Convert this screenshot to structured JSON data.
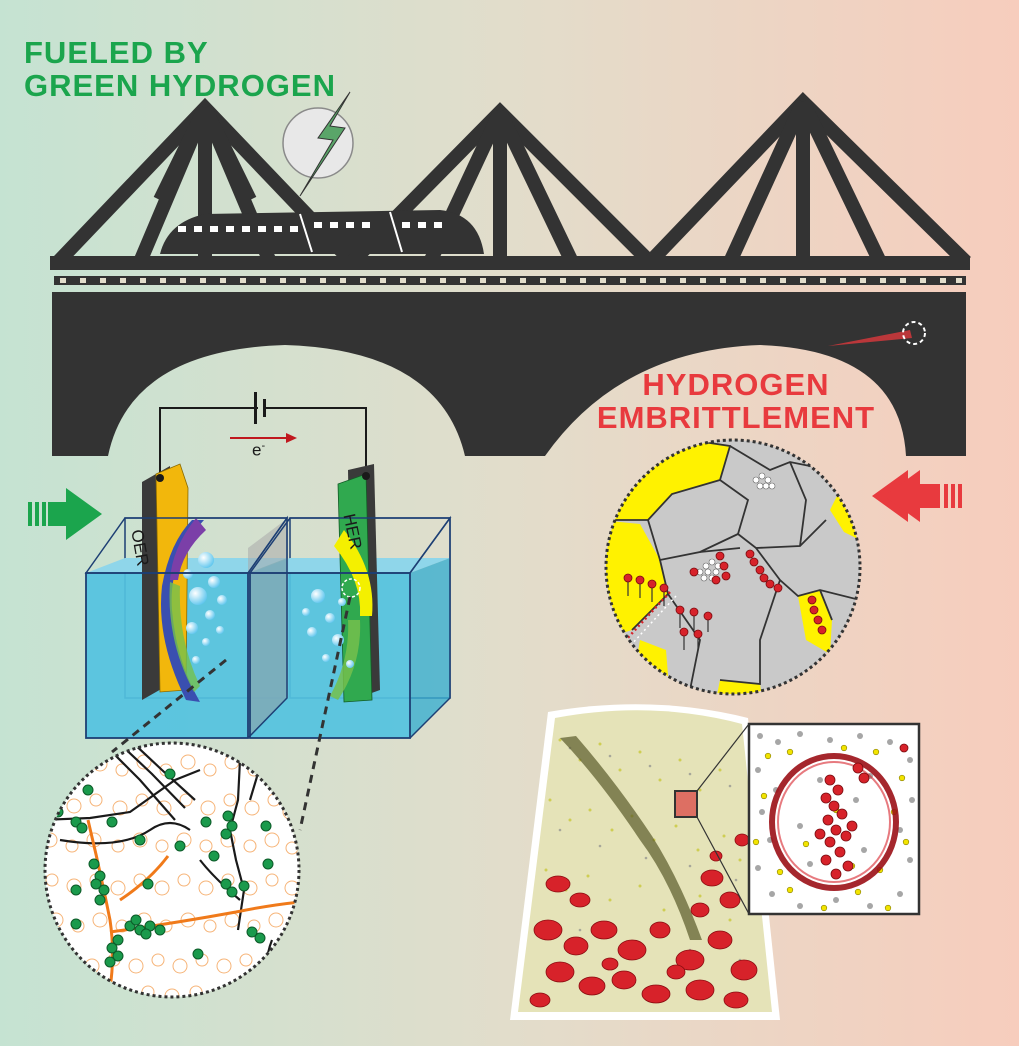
{
  "labels": {
    "fueled_line1": "FUELED BY",
    "fueled_line2": "GREEN HYDROGEN",
    "embrittle_line1": "HYDROGEN",
    "embrittle_line2": "EMBRITTLEMENT",
    "oer": "OER",
    "her": "HER",
    "electron": "e",
    "electron_sup": "-"
  },
  "colors": {
    "green": "#1ba54d",
    "red": "#e83a3e",
    "bridge": "#333333",
    "water": "#52c2e0",
    "orange": "#f07a1a",
    "yellow_plate": "#f2b70c",
    "green_plate": "#30a94f",
    "grain_gray": "#c9c9c9",
    "grain_yellow": "#fff200",
    "atom_red": "#d7222a"
  },
  "icons": [
    "lightning-icon",
    "train-icon",
    "arrow-right-icon",
    "arrow-left-icon",
    "battery-icon"
  ]
}
